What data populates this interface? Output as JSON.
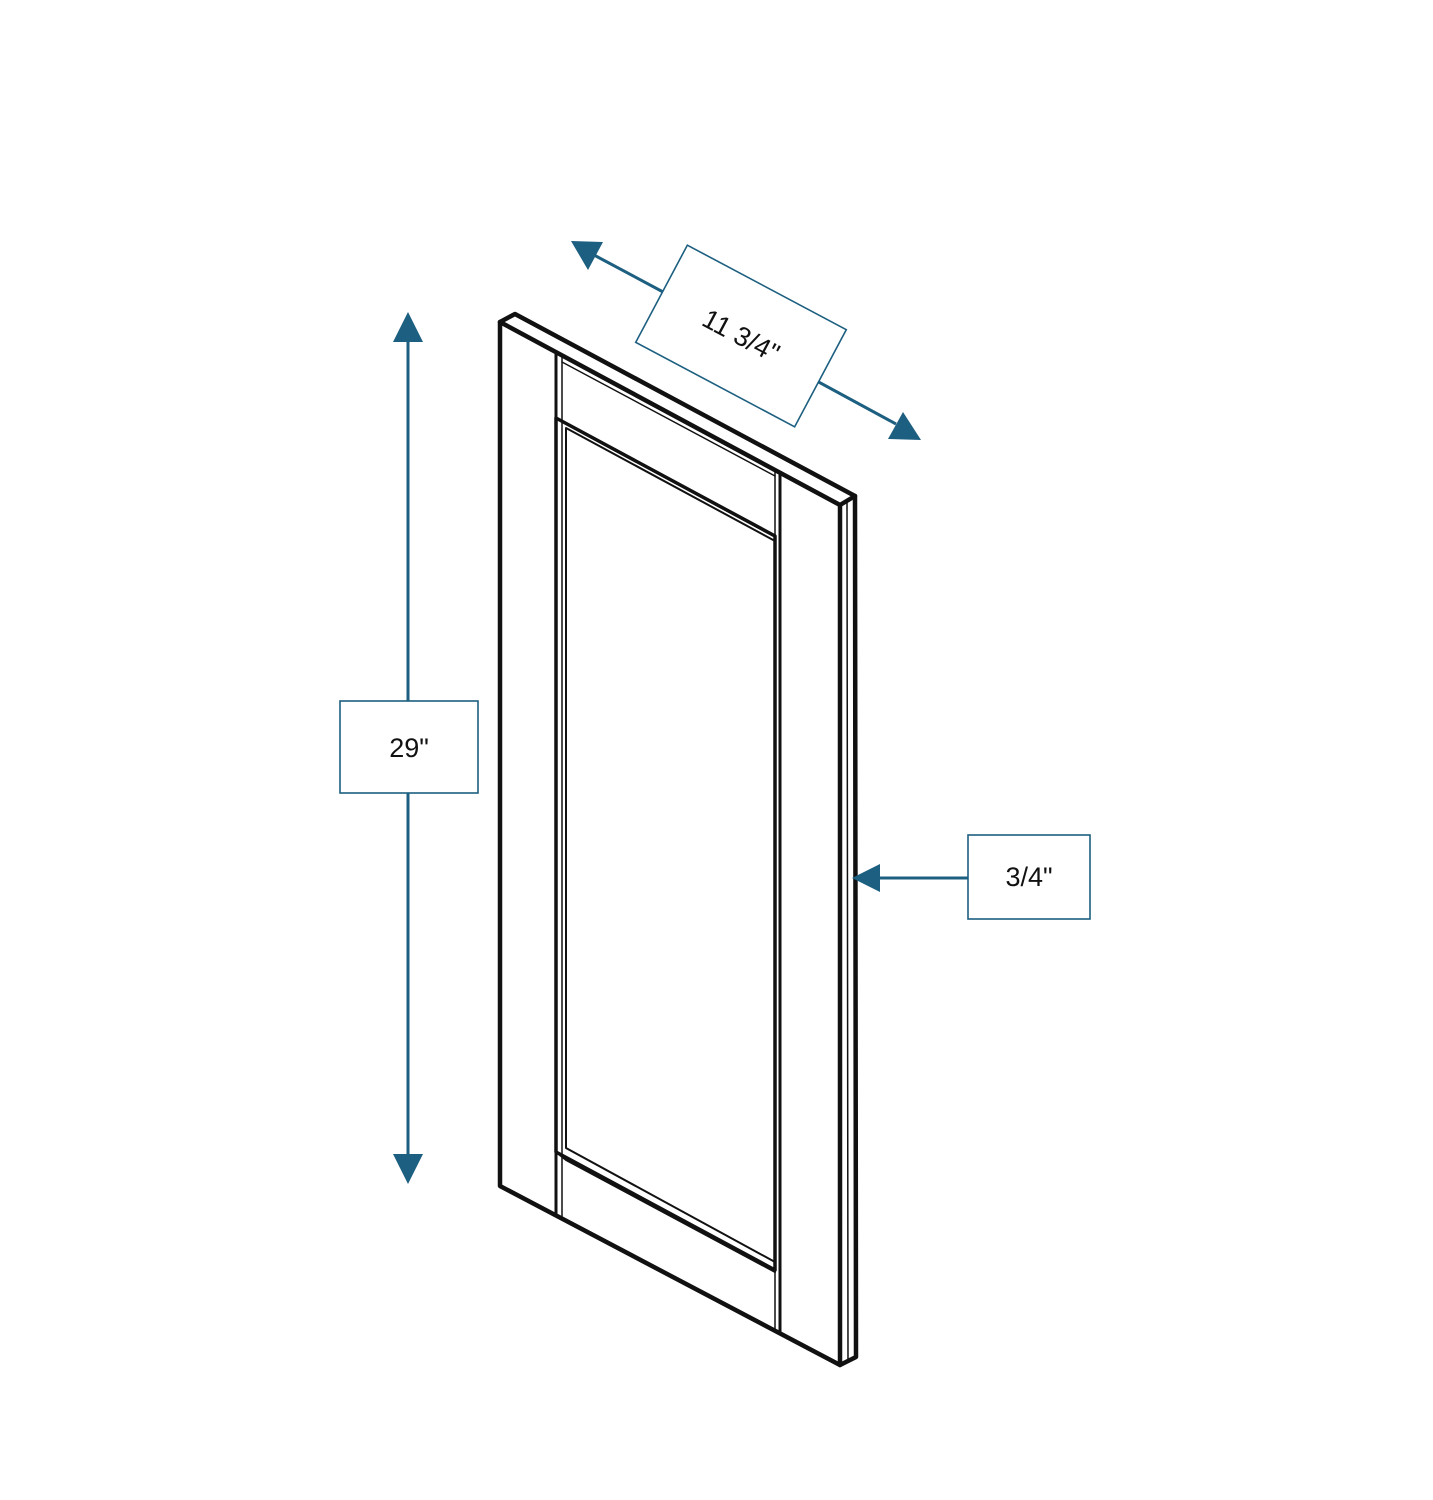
{
  "dimensions": {
    "height": "29\"",
    "width": "11 3/4\"",
    "thickness": "3/4\""
  },
  "colors": {
    "dimension_accent": "#1d5f80",
    "outline": "#111111",
    "background": "#ffffff"
  }
}
